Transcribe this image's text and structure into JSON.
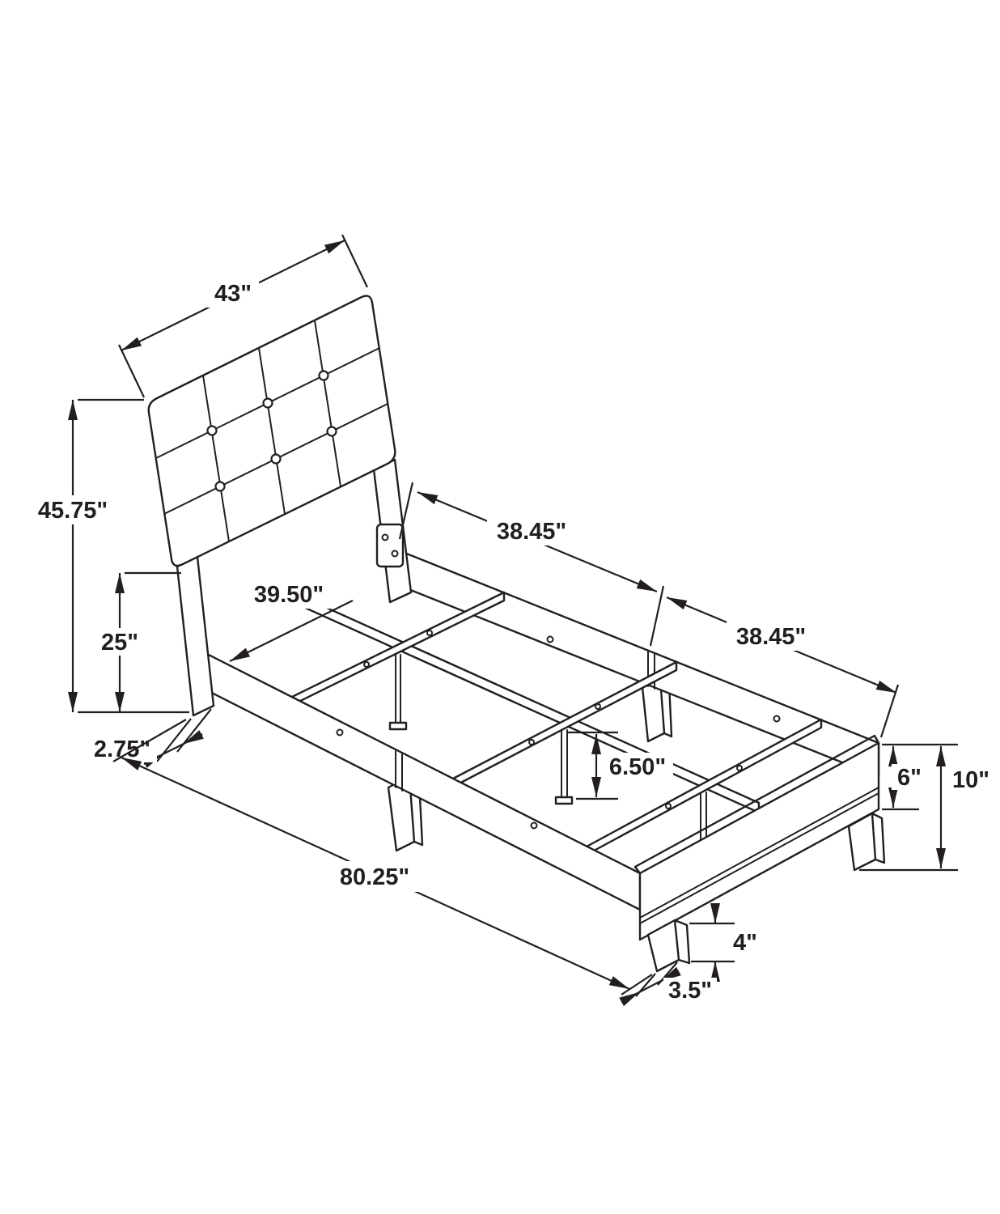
{
  "colors": {
    "background": "#ffffff",
    "ink": "#231f20"
  },
  "dims": {
    "headboard_width": "43\"",
    "headboard_height": "45.75\"",
    "leg_post_height": "25\"",
    "headboard_leg_width": "2.75\"",
    "inner_width": "39.50\"",
    "rail_section_a": "38.45\"",
    "rail_section_b": "38.45\"",
    "support_leg_height": "6.50\"",
    "overall_length": "80.25\"",
    "footboard_panel_height": "6\"",
    "footboard_total_height": "10\"",
    "footboard_leg_height": "4\"",
    "footboard_leg_width": "3.5\""
  }
}
